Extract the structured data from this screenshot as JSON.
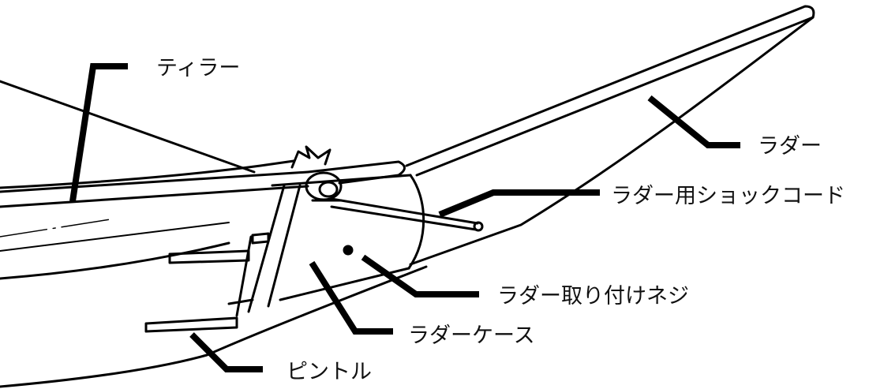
{
  "labels": {
    "tiller": "ティラー",
    "rudder": "ラダー",
    "shock_cord": "ラダー用ショックコード",
    "mounting_screw": "ラダー取り付けネジ",
    "rudder_case": "ラダーケース",
    "pintle": "ピントル"
  },
  "colors": {
    "line": "#000000",
    "text": "#111111",
    "background": "#ffffff"
  }
}
